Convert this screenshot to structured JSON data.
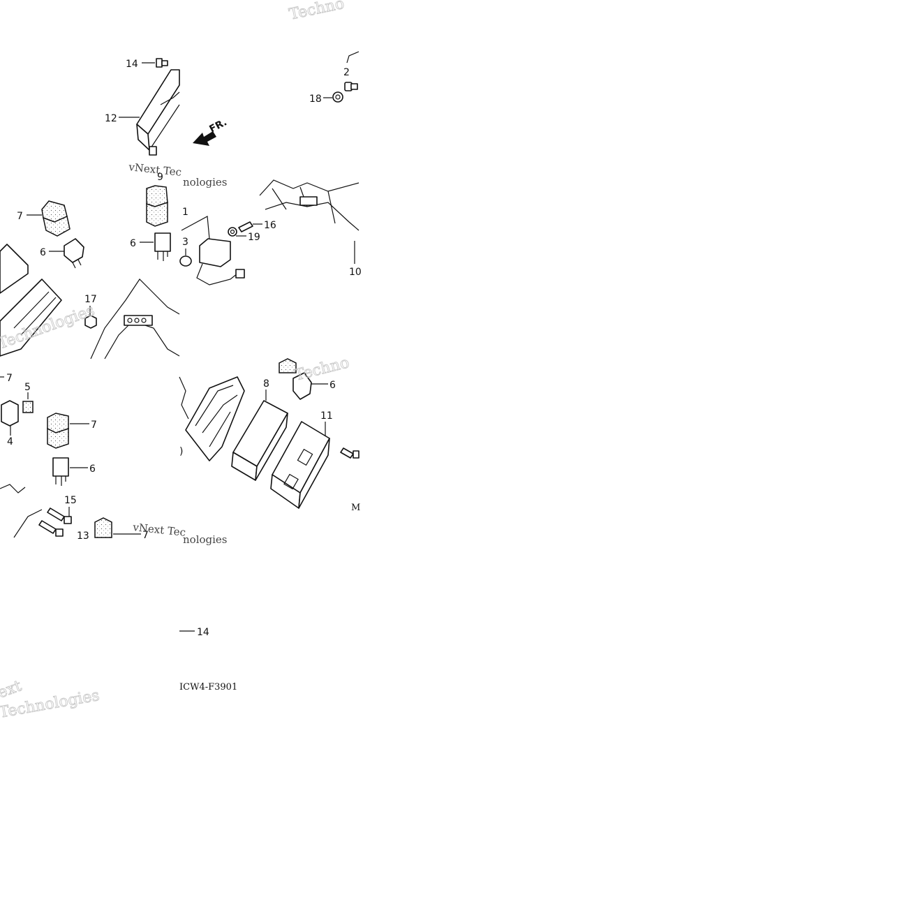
{
  "diagram": {
    "labels": {
      "l14a": "14",
      "l12": "12",
      "l2": "2",
      "l18": "18",
      "l9top": "9",
      "l7a": "7",
      "l6a": "6",
      "l6b": "6",
      "l1": "1",
      "l3": "3",
      "l16": "16",
      "l19": "19",
      "l10": "10",
      "l17": "17",
      "l7b": "7",
      "l5": "5",
      "l4": "4",
      "l7c": "7",
      "l6c": "6",
      "l15": "15",
      "l13": "13",
      "l7d": "7",
      "l8": "8",
      "l6d": "6",
      "l11": "11",
      "l14b": "14"
    },
    "direction_arrow": "FR.",
    "figure_code": "ICW4-F3901",
    "partial_marker": "M",
    "watermarks": {
      "brand_tech": "Techno",
      "brand_line": "vNext Tec",
      "technologies_a": "Technologies",
      "technologies_b": "nologies",
      "vnext": "vNext",
      "next_big": "ext"
    }
  }
}
